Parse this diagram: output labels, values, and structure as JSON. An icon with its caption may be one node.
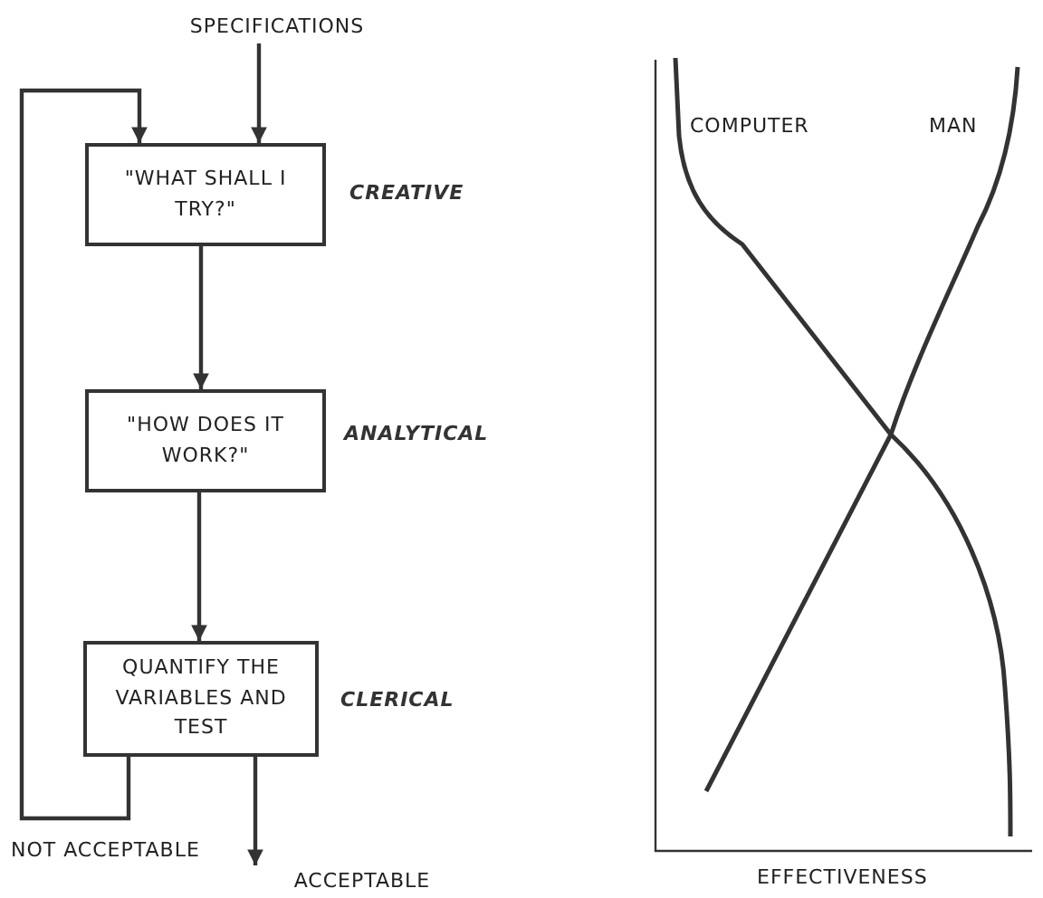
{
  "diagram": {
    "nodes": [
      {
        "text": [
          "SPECIFICATIONS"
        ]
      },
      {
        "text": [
          "\"WHAT SHALL I TRY?\""
        ],
        "beside": [
          "CREATIVE"
        ]
      },
      {
        "text": [
          "\"HOW DOES IT WORK?\""
        ],
        "beside": [
          "ANALYTICAL"
        ]
      },
      {
        "text": [
          "QUANTIFY THE VARIABLES AND TEST"
        ],
        "beside": [
          "CLERICAL"
        ]
      },
      {
        "text": [
          "ACCEPTABLE"
        ]
      }
    ],
    "edges": [
      {
        "from": 0,
        "to": 1,
        "arrow": "to"
      },
      {
        "from": 1,
        "to": 2,
        "arrow": "to"
      },
      {
        "from": 2,
        "to": 3,
        "arrow": "to"
      },
      {
        "from": 3,
        "to": 4,
        "arrow": "to"
      },
      {
        "from": 3,
        "to": 1,
        "arrow": "to",
        "label": "NOT ACCEPTABLE"
      }
    ],
    "labels": [
      "COMPUTER",
      "MAN",
      "EFFECTIVENESS"
    ]
  }
}
